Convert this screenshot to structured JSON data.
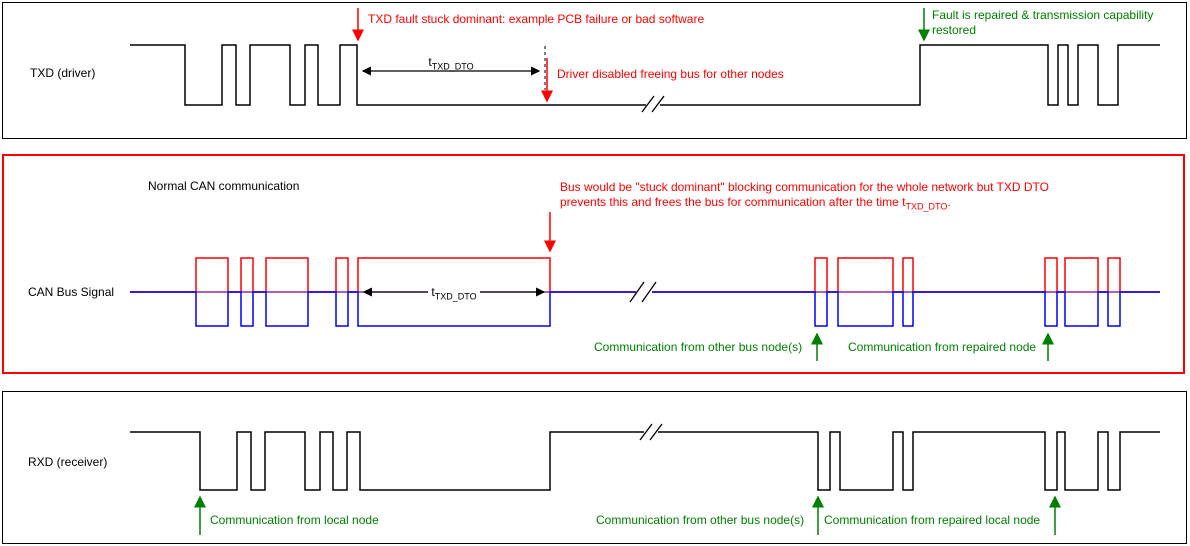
{
  "colors": {
    "annotation_red": "#ff0000",
    "annotation_green": "#008000",
    "canh_red": "#ff0000",
    "canl_blue": "#0000ff",
    "bus_baseline_purple": "#800080",
    "waveform_black": "#000000"
  },
  "panels": {
    "txd": {
      "label": "TXD (driver)",
      "fault_annotation": "TXD fault stuck dominant: example PCB failure or bad software",
      "disabled_annotation": "Driver disabled freeing bus for other nodes",
      "repaired_annotation": "Fault is repaired & transmission capability restored",
      "timing": {
        "base": "t",
        "sub": "TXD_DTO"
      }
    },
    "can": {
      "label": "CAN Bus Signal",
      "normal_label": "Normal CAN communication",
      "stuck_annotation": {
        "text": "Bus would be \"stuck dominant\" blocking communication for the whole network but TXD DTO prevents this and frees the bus for communication after the time t",
        "sub": "TXD_DTO",
        "suffix": "."
      },
      "timing": {
        "base": "t",
        "sub": "TXD_DTO"
      },
      "comm_other": "Communication from other bus node(s)",
      "comm_repaired": "Communication from repaired node"
    },
    "rxd": {
      "label": "RXD (receiver)",
      "comm_local": "Communication from local node",
      "comm_other": "Communication from other bus node(s)",
      "comm_repaired": "Communication from repaired local node"
    }
  }
}
